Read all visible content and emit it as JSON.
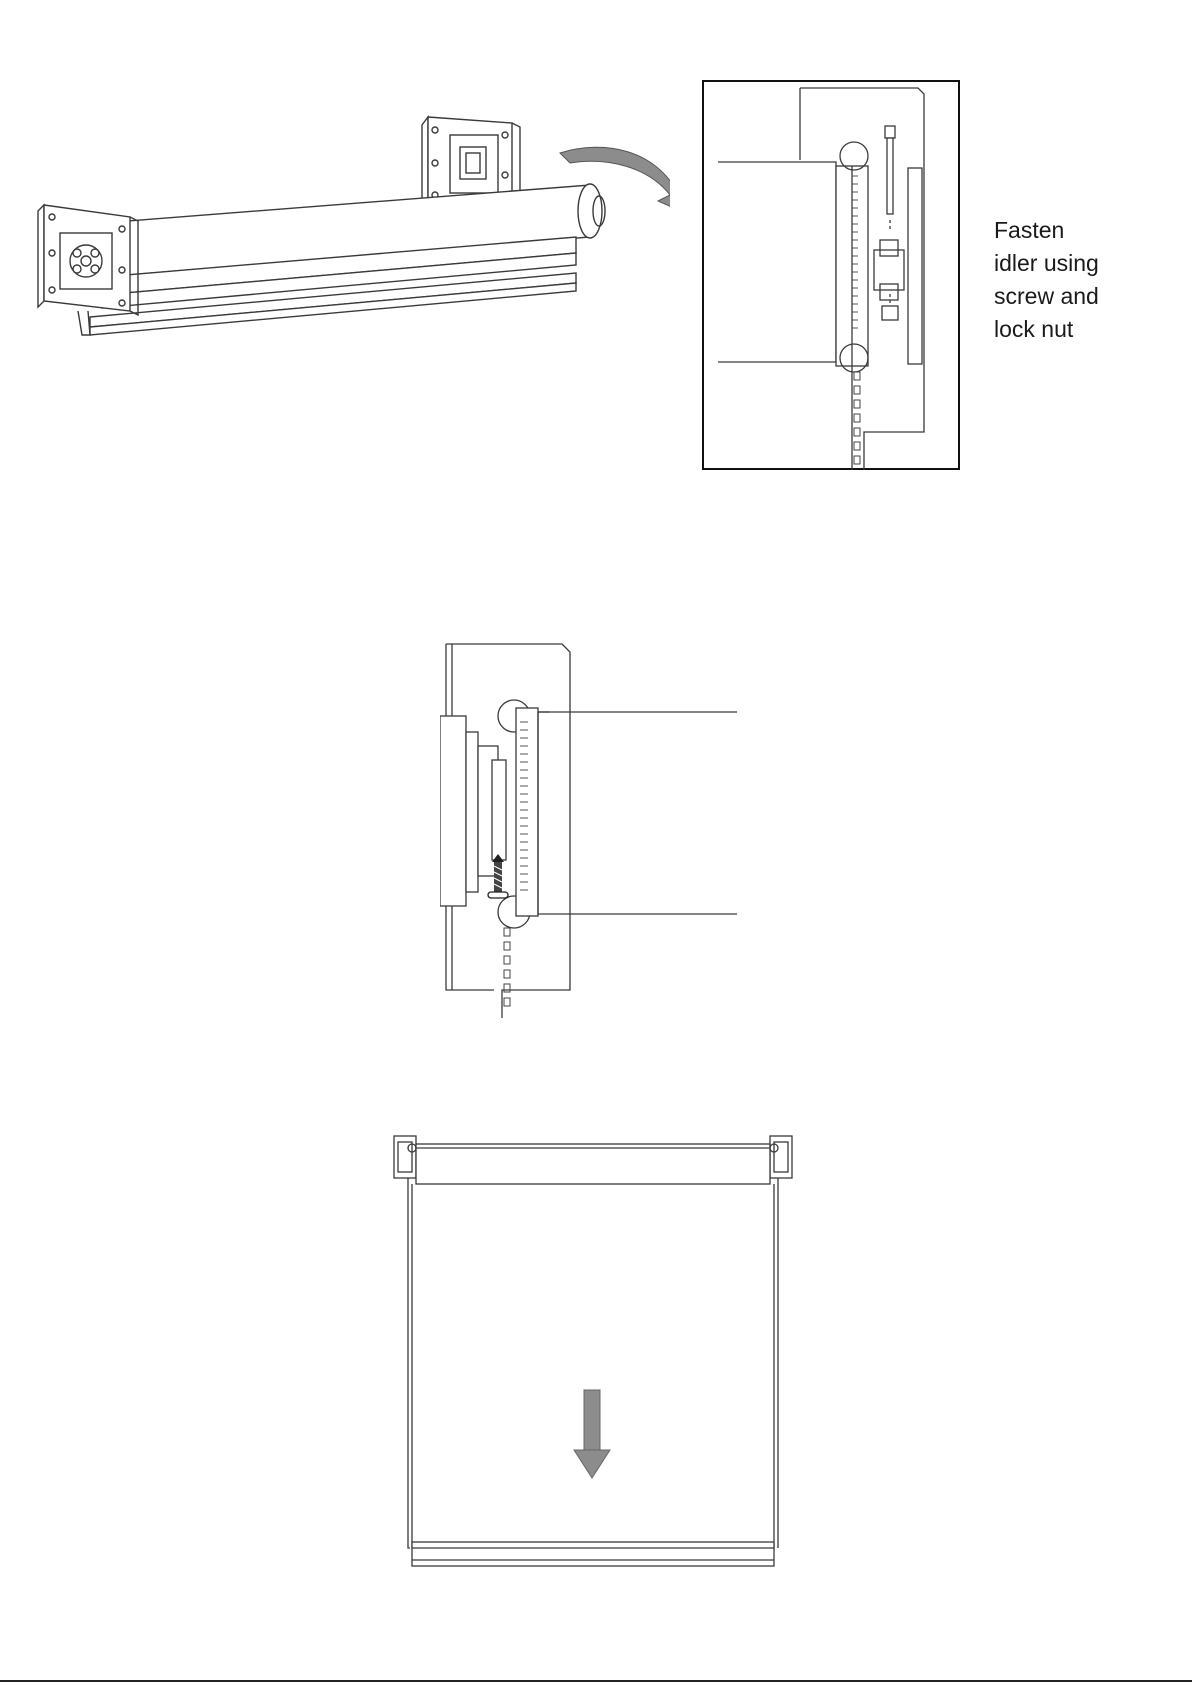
{
  "callout": {
    "lines": [
      "Fasten",
      "idler using",
      "screw and",
      "lock nut"
    ]
  },
  "colors": {
    "line": "#3a3a3a",
    "arrow_fill": "#8c8c8c",
    "frame": "#111111"
  },
  "icons": {
    "curved_arrow": "curved-arrow-icon",
    "down_arrow": "down-arrow-icon"
  }
}
